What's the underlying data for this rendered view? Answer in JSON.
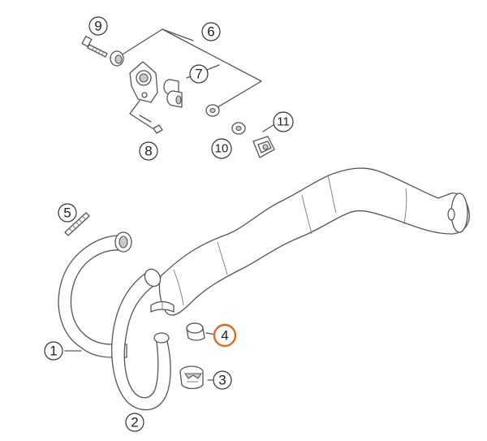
{
  "callouts": [
    {
      "id": "c1",
      "label": "1"
    },
    {
      "id": "c2",
      "label": "2"
    },
    {
      "id": "c3",
      "label": "3"
    },
    {
      "id": "c4",
      "label": "4",
      "highlight": true
    },
    {
      "id": "c5",
      "label": "5"
    },
    {
      "id": "c6",
      "label": "6"
    },
    {
      "id": "c7",
      "label": "7"
    },
    {
      "id": "c8",
      "label": "8"
    },
    {
      "id": "c9",
      "label": "9"
    },
    {
      "id": "c10",
      "label": "10"
    },
    {
      "id": "c11",
      "label": "11"
    }
  ],
  "colors": {
    "highlight": "#e06a1a",
    "line": "#555555"
  }
}
